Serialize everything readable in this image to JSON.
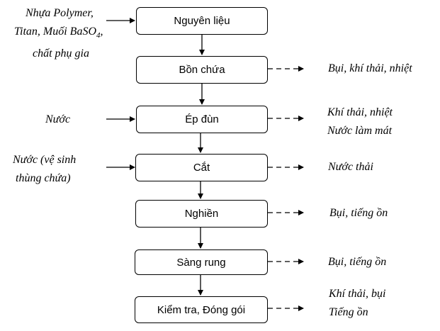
{
  "steps": [
    "Nguyên liệu",
    "Bồn chứa",
    "Ép đùn",
    "Cắt",
    "Nghiền",
    "Sàng rung",
    "Kiểm tra, Đóng gói"
  ],
  "inputs": {
    "raw_materials": {
      "line1": "Nhựa Polymer,",
      "line2_prefix": "Titan, Muối BaSO",
      "line2_sub": "4",
      "line2_suffix": ",",
      "line3": "chất phụ gia"
    },
    "water": "Nước",
    "water_cleaning": {
      "line1": "Nước (vệ sinh",
      "line2": "thùng chứa)"
    }
  },
  "outputs": {
    "tank": "Bụi, khí thải, nhiệt",
    "extrusion": {
      "line1": "Khí thải, nhiệt",
      "line2": "Nước làm mát"
    },
    "cutting": "Nước thải",
    "grinding": "Bụi, tiếng ồn",
    "screening": "Bụi, tiếng ồn",
    "packing": {
      "line1": "Khí thải, bụi",
      "line2": "Tiếng ồn"
    }
  }
}
